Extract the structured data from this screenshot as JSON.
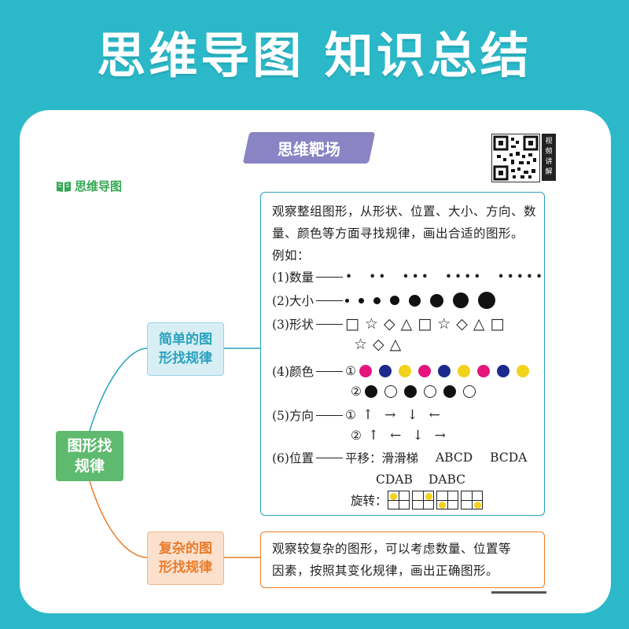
{
  "header": {
    "title": "思维导图 知识总结"
  },
  "section_tag": "思维靶场",
  "qr": {
    "side_label": [
      "视",
      "频",
      "讲",
      "解"
    ]
  },
  "mindmap_label": "思维导图",
  "nodes": {
    "root": [
      "图形找",
      "规律"
    ],
    "simple": [
      "简单的图",
      "形找规律"
    ],
    "complex": [
      "复杂的图",
      "形找规律"
    ]
  },
  "box1": {
    "intro_lines": [
      "观察整组图形，从形状、位置、大小、方向、数",
      "量、颜色等方面寻找规律，画出合适的图形。"
    ],
    "example_label": "例如：",
    "quantity": {
      "label": "(1)数量",
      "groups": [
        1,
        2,
        3,
        4,
        5
      ]
    },
    "size": {
      "label": "(2)大小",
      "sizes": [
        5,
        7,
        9,
        12,
        15,
        17,
        20,
        22
      ]
    },
    "shape": {
      "label": "(3)形状",
      "row1": [
        "□",
        "☆",
        "◇",
        "△",
        "□",
        "☆",
        "◇",
        "△",
        "□"
      ],
      "row2": [
        "☆",
        "◇",
        "△"
      ]
    },
    "color": {
      "label": "(4)颜色",
      "marker1": "①",
      "row1": [
        "#e5157d",
        "#1c2a8c",
        "#f2d21b",
        "#e5157d",
        "#1c2a8c",
        "#f2d21b",
        "#e5157d",
        "#1c2a8c",
        "#f2d21b"
      ],
      "marker2": "②",
      "row2": [
        "black",
        "white",
        "black",
        "white",
        "black",
        "white"
      ]
    },
    "direction": {
      "label": "(5)方向",
      "marker1": "①",
      "row1": [
        "↑",
        "→",
        "↓",
        "←"
      ],
      "marker2": "②",
      "row2": [
        "↑",
        "←",
        "↓",
        "→"
      ]
    },
    "position": {
      "label": "(6)位置",
      "translate_text": "平移：滑滑梯",
      "seq1": "ABCD",
      "seq2": "BCDA",
      "seq3": "CDAB",
      "seq4": "DABC",
      "rotate_label": "旋转：",
      "rotate_cells": [
        0,
        1,
        3,
        2
      ]
    }
  },
  "box2": {
    "lines": [
      "观察较复杂的图形，可以考虑数量、位置等",
      "因素，按照其变化规律，画出正确图形。"
    ]
  },
  "colors": {
    "background": "#2bb9c9",
    "root": "#5dba6e",
    "simple": "#2aa2bd",
    "complex": "#e97c2a",
    "tag": "#8a84c4",
    "dot_yellow": "#f2d21b"
  }
}
